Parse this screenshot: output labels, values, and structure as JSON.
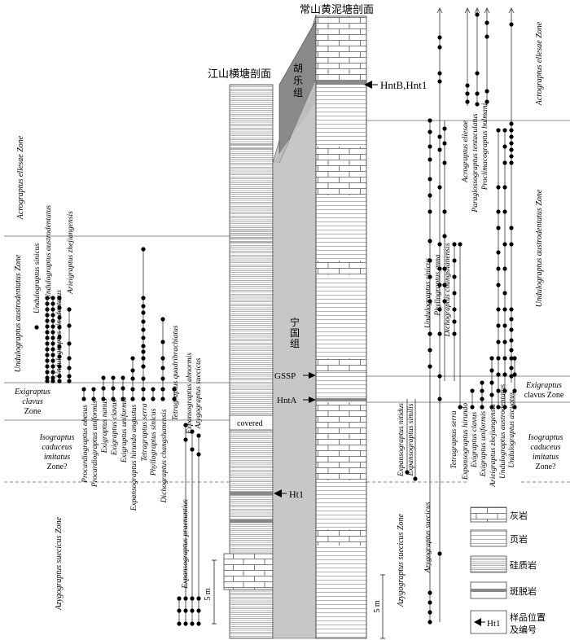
{
  "titles": {
    "changshan": "常山黄泥塘剖面",
    "jiangshan": "江山横塘剖面"
  },
  "formations": {
    "hule": [
      "胡",
      "乐",
      "组"
    ],
    "ningguo": [
      "宁",
      "国",
      "组"
    ]
  },
  "markers": {
    "hntb": "HntB,Hnt1",
    "gssp": "GSSP",
    "hnta": "HntA",
    "ht1": "Ht1",
    "covered": "covered"
  },
  "scale": {
    "label": "5 m"
  },
  "left_zones": {
    "ellesae": "Acrograptus ellesae Zone",
    "austrodentatus": "Undulograptus austrodentatus Zone",
    "exig1": "Exigraptus",
    "exig2": "clavus",
    "exig3": "Zone",
    "iso1": "Isograptus",
    "iso2": "caduceus",
    "iso3": "imitatus",
    "iso4": "Zone?",
    "azygo": "Azygograptus suecicus Zone"
  },
  "right_zones": {
    "ellesae": "Acrograptus ellesae Zone",
    "austrodentatus": "Undulograptus austrodentatus Zone",
    "exig1": "Exigraptus",
    "exig2": "clavus Zone",
    "iso1": "Isograptus",
    "iso2": "caduceus",
    "iso3": "imitatus",
    "iso4": "Zone?",
    "azygo": "Azygograptus suecicus Zone"
  },
  "left_species": [
    "Undulograptus sinicus",
    "Undulograptus austrodentatus",
    "Undulograptus sinodentatus",
    "Arieigraptus zhejiangensis",
    "Procardiograptus obesus",
    "Procardiograptus uniformis",
    "Exigraptus nanus",
    "Exigraptus clavus",
    "Exigraptus uniformis",
    "Expansograptus hirundo angustus",
    "Tetragraptus serra",
    "Phyllograptus sinicus",
    "Dichograptus changshanensis",
    "Tetragraptus quadribrachiatus",
    "Expansograptus abnormis",
    "Azygograptus suecicus",
    "Expansograptus praenuntius"
  ],
  "right_species": [
    "Acrograptus ellesae",
    "Paraglossograptus tentaculatus",
    "Proclimacograptus bulmani",
    "Undulograptus sinicus",
    "Phyllograptus anna",
    "Dichograptus changshanensis",
    "Expansograptus nitidus",
    "Expansograptus similis",
    "Azygograptus suecicus",
    "Tetragraptus serra",
    "Expansograptus hirundo",
    "Exigraptus clavus",
    "Exigraptus uniformis",
    "Arieigraptus zhejiangensis",
    "Undulograptus austrodentatus",
    "Undulograptus ascuatus"
  ],
  "legend": [
    {
      "key": "limestone",
      "label": "灰岩"
    },
    {
      "key": "shale",
      "label": "页岩"
    },
    {
      "key": "siliceous",
      "label": "硅质岩"
    },
    {
      "key": "bentonite",
      "label": "斑脱岩"
    },
    {
      "key": "sample",
      "label": "样品位置",
      "label2": "及编号",
      "code": "Ht1"
    }
  ]
}
